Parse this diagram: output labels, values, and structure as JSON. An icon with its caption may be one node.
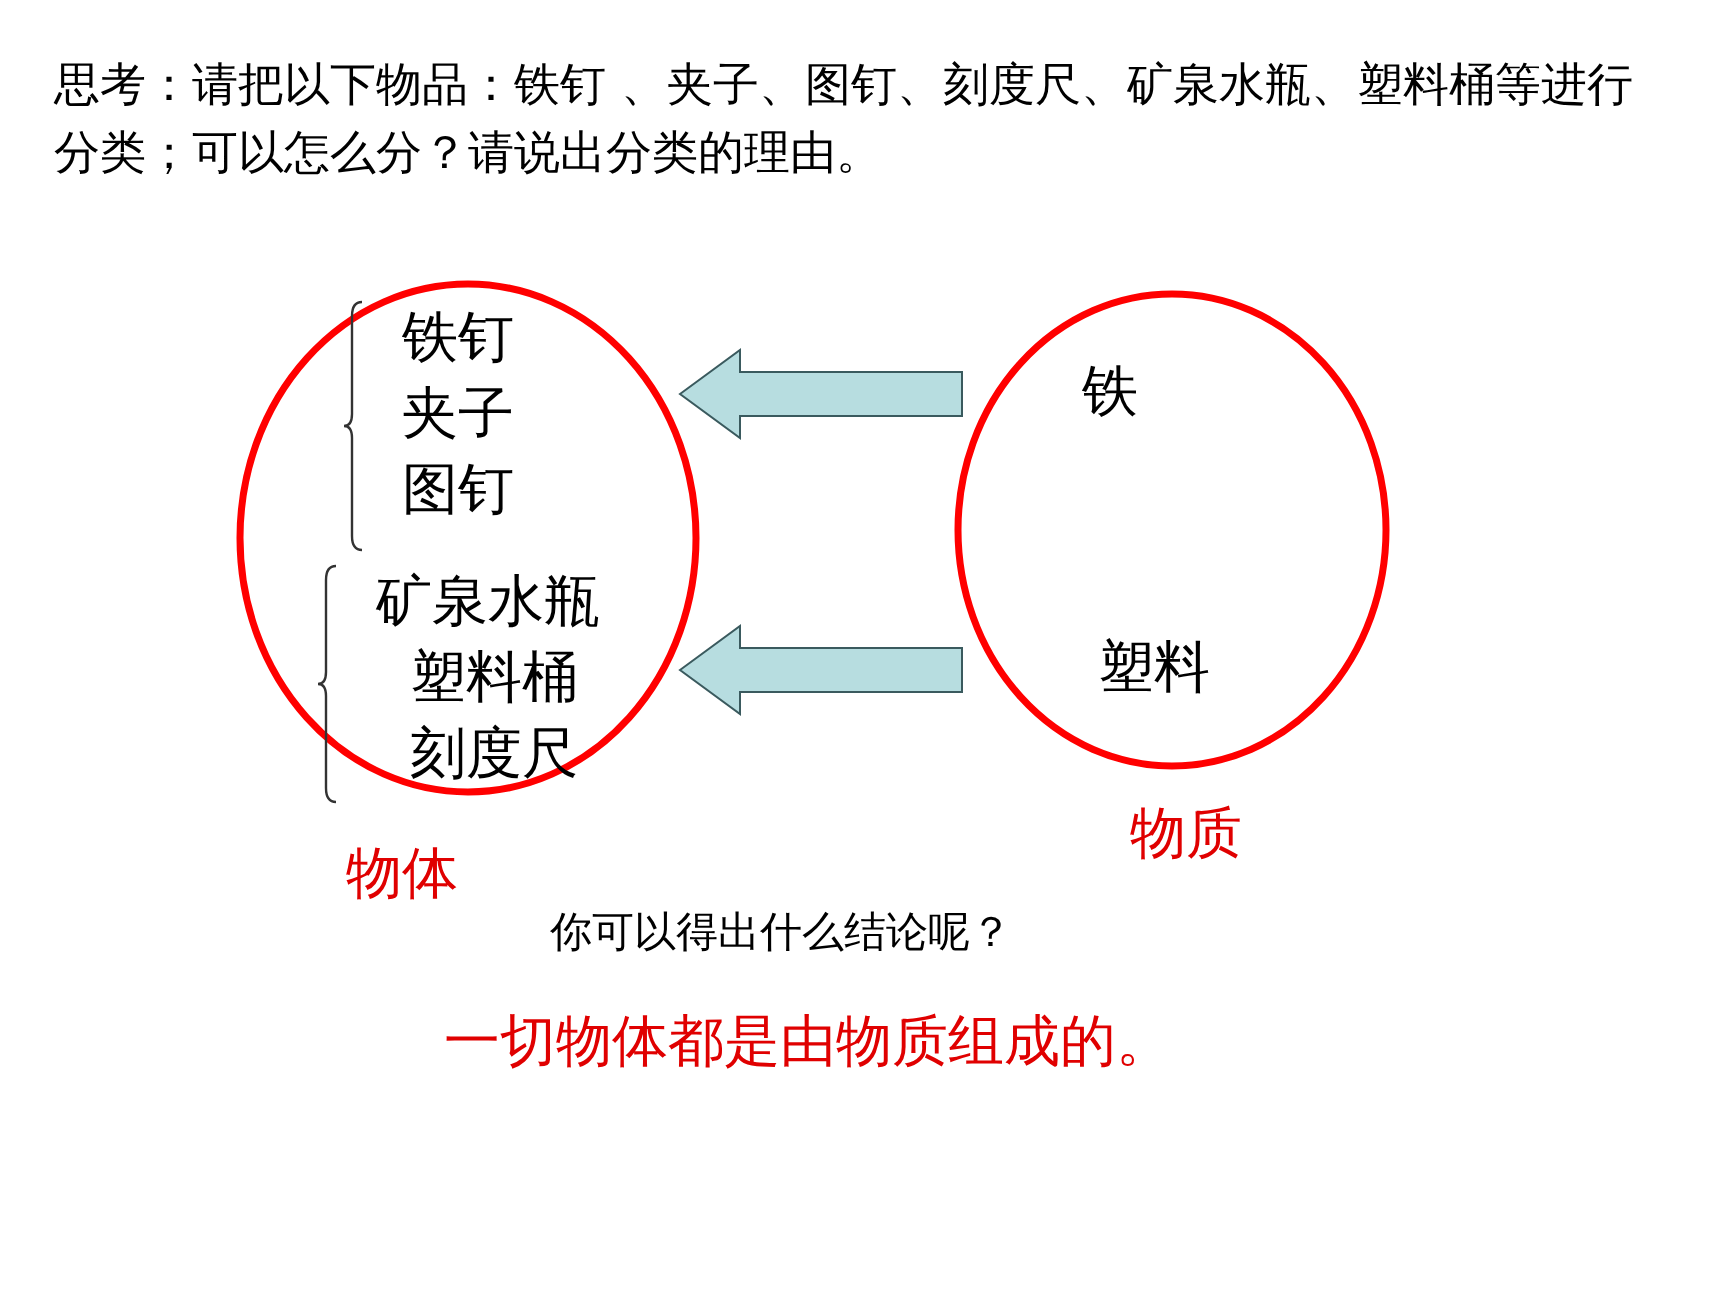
{
  "diagram": {
    "title": "思考：请把以下物品：铁钉 、夹子、图钉、刻度尺、矿泉水瓶、塑料桶等进行分类；可以怎么分？请说出分类的理由。",
    "nodes": [
      {
        "text": [],
        "shape": "circle",
        "beside": [
          "物体"
        ]
      },
      {
        "text": [
          "铁钉",
          "夹子",
          "图钉"
        ],
        "in": 0
      },
      {
        "text": [
          "矿泉水瓶",
          "塑料桶",
          "刻度尺"
        ],
        "in": 0
      },
      {
        "text": [],
        "shape": "circle",
        "beside": [
          "物质"
        ]
      },
      {
        "text": [
          "铁"
        ],
        "in": 3
      },
      {
        "text": [
          "塑料"
        ],
        "in": 3
      }
    ],
    "edges": [
      {
        "from": 4,
        "to": 1,
        "arrow": "to"
      },
      {
        "from": 5,
        "to": 2,
        "arrow": "to"
      }
    ],
    "labels": [
      "你可以得出什么结论呢？",
      "一切物体都是由物质组成的。"
    ]
  }
}
